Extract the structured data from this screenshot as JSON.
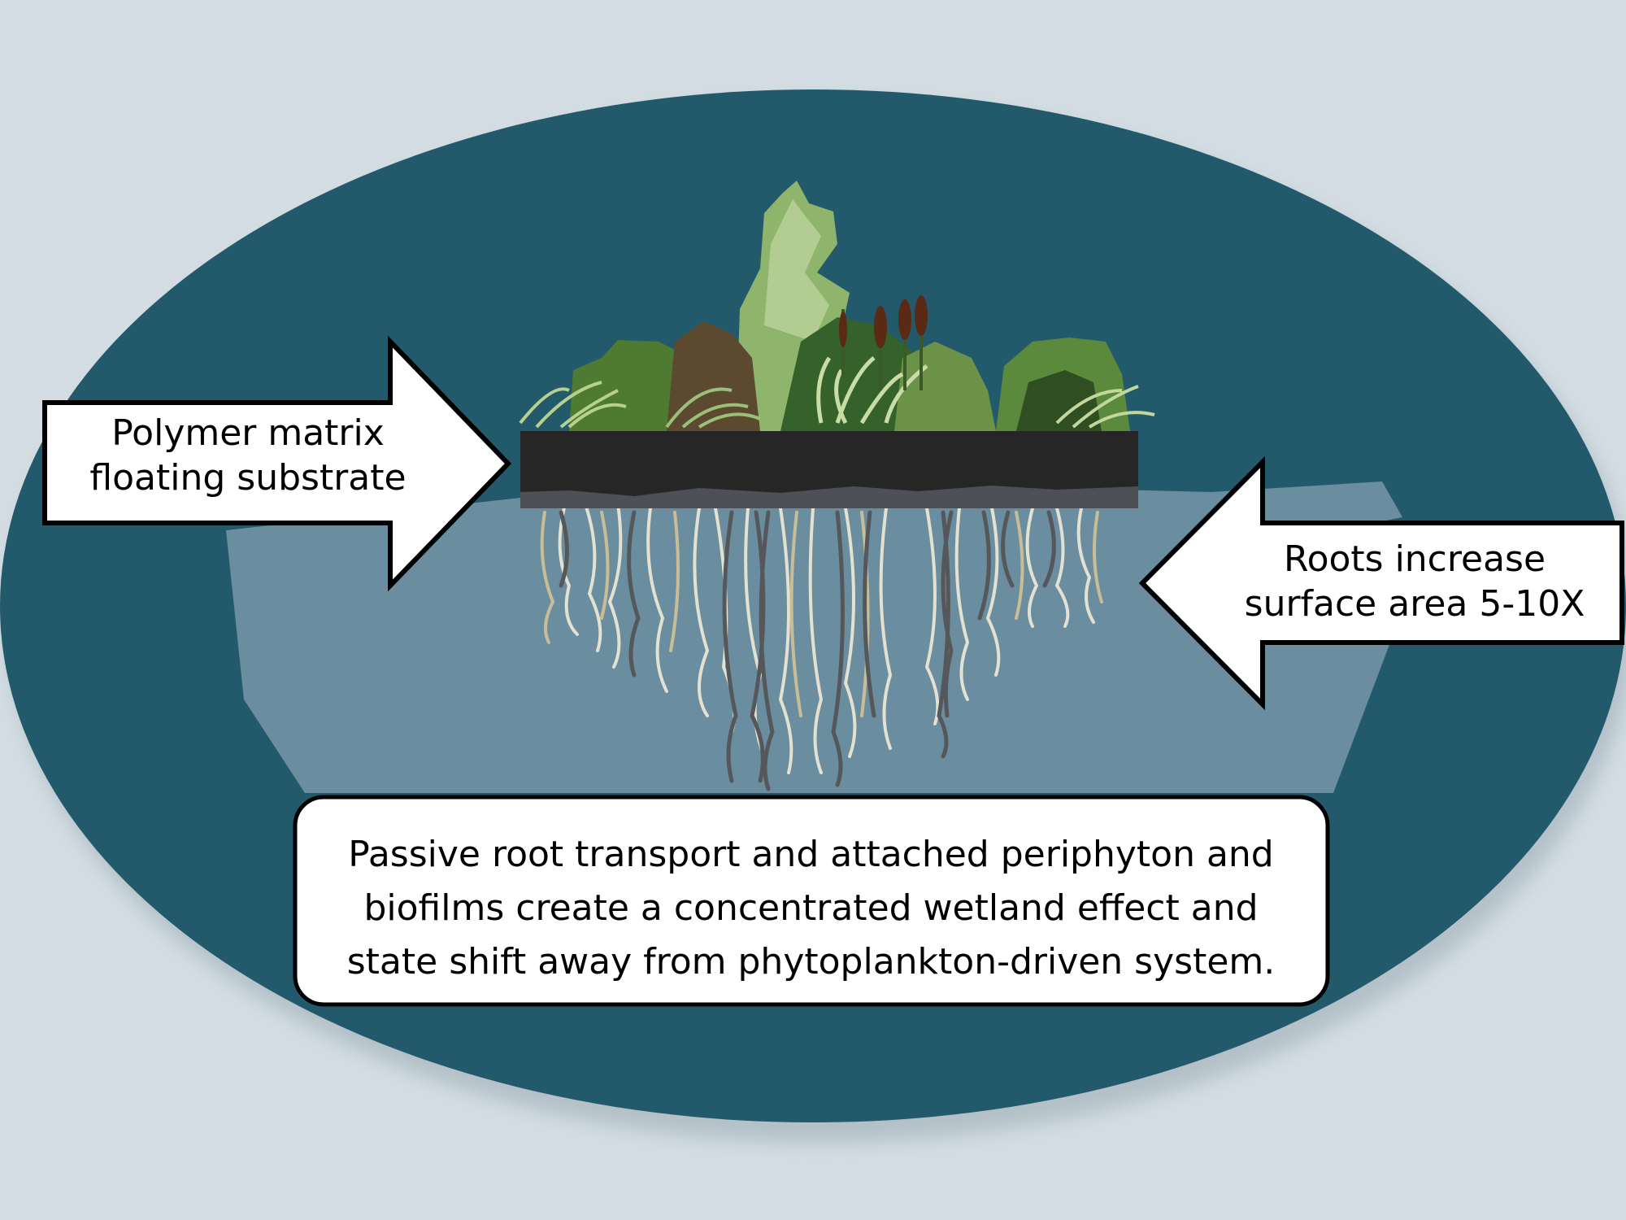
{
  "labels": {
    "substrate": {
      "line1": "Polymer matrix",
      "line2": "floating substrate"
    },
    "roots": {
      "line1": "Roots increase",
      "line2": "surface area 5-10X"
    },
    "summary": {
      "line1": "Passive root transport and attached periphyton and",
      "line2": "biofilms create a concentrated wetland effect and",
      "line3": "state shift away from phytoplankton-driven system."
    }
  },
  "colors": {
    "background": "#d3dde3",
    "pond": "#235a6b",
    "water": "#6a8e9f",
    "mat": "#262626",
    "foliage_light": "#a9c48a",
    "foliage_mid": "#6c9a4a",
    "foliage_dark": "#3d6b2a",
    "cattail": "#5a2a14",
    "root_light": "#e4e0d2",
    "root_dark": "#55575a"
  }
}
